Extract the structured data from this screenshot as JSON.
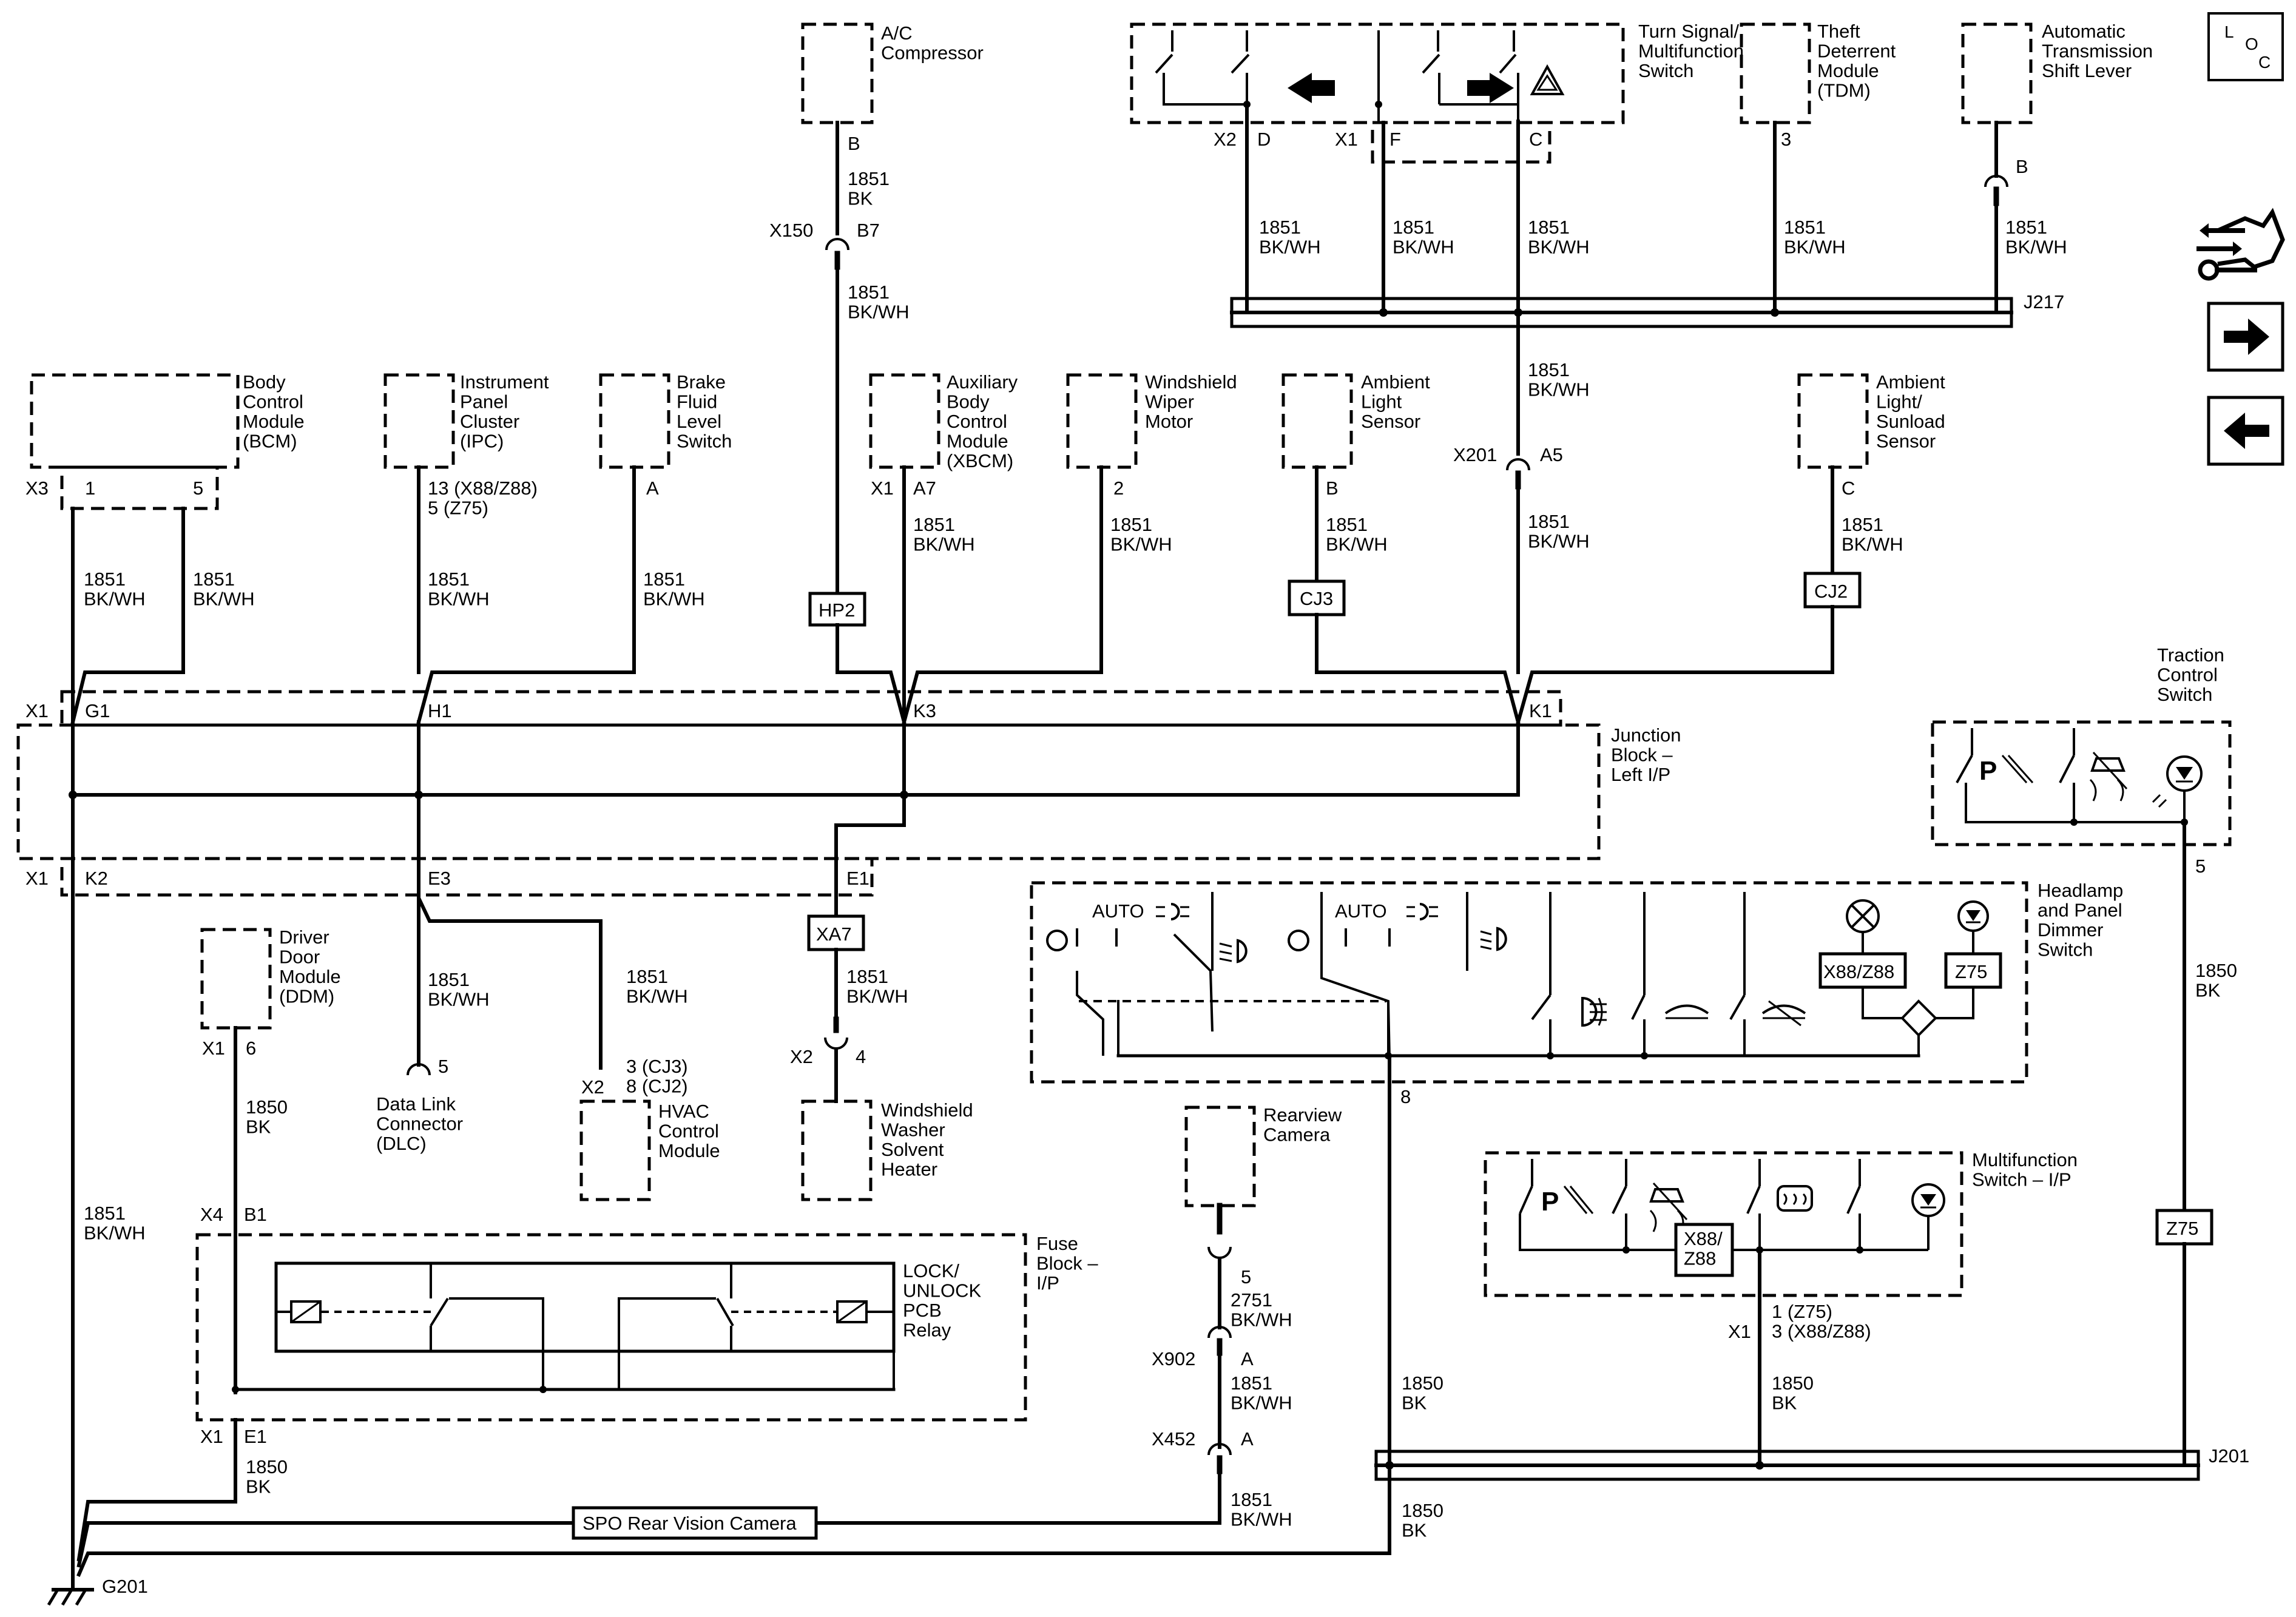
{
  "components": {
    "ac": "A/C|Compressor",
    "turn": "Turn Signal/|Multifunction|Switch",
    "tdm": "Theft|Deterrent|Module|(TDM)",
    "ats": "Automatic|Transmission|Shift Lever",
    "bcm": "Body|Control|Module|(BCM)",
    "ipc": "Instrument|Panel|Cluster|(IPC)",
    "bfl": "Brake|Fluid|Level|Switch",
    "xbcm": "Auxiliary|Body|Control|Module|(XBCM)",
    "wiper": "Windshield|Wiper|Motor",
    "als": "Ambient|Light|Sensor",
    "alsun": "Ambient|Light/|Sunload|Sensor",
    "traction": "Traction|Control|Switch",
    "jb": "Junction|Block –|Left I/P",
    "headlamp": "Headlamp|and Panel|Dimmer|Switch",
    "ddm": "Driver|Door|Module|(DDM)",
    "dlc": "Data Link|Connector|(DLC)",
    "hvac": "HVAC|Control|Module",
    "washer": "Windshield|Washer|Solvent|Heater",
    "camera": "Rearview|Camera",
    "mfsw": "Multifunction|Switch – I/P",
    "fuse": "Fuse|Block –|I/P",
    "relay": "LOCK/|UNLOCK|PCB|Relay"
  },
  "connectors": {
    "x2": "X2",
    "x1": "X1",
    "x3": "X3",
    "x4": "X4",
    "x150": "X150",
    "x201": "X201",
    "x902": "X902",
    "x452": "X452",
    "j217": "J217",
    "j201": "J201",
    "g201": "G201"
  },
  "pins": {
    "d": "D",
    "f": "F",
    "c": "C",
    "b": "B",
    "a": "A",
    "e1": "E1",
    "b7": "B7",
    "a5": "A5",
    "a7": "A7",
    "g1": "G1",
    "h1": "H1",
    "k3": "K3",
    "k1": "K1",
    "k2": "K2",
    "e3": "E3",
    "b1": "B1",
    "p1": "1",
    "p2": "2",
    "p3": "3",
    "p4": "4",
    "p5": "5",
    "p6": "6",
    "p8": "8",
    "ipc_pin": "13 (X88/Z88)|5 (Z75)",
    "hvac_pin": "3 (CJ3)|8 (CJ2)",
    "mf_pin": "1 (Z75)|3 (X88/Z88)"
  },
  "wires": {
    "bk": "1851|BK",
    "bkwh": "1851|BK/WH",
    "bk1850": "1850|BK",
    "cam2751": "2751|BK/WH"
  },
  "options": {
    "hp2": "HP2",
    "cj3": "CJ3",
    "cj2": "CJ2",
    "xa7": "XA7",
    "z75": "Z75",
    "x88z88": "X88/Z88",
    "x88z88_split": "X88/|Z88",
    "spo": "SPO Rear Vision Camera"
  },
  "labels": {
    "auto": "AUTO",
    "loc": "L O C"
  },
  "nav": {
    "next_icon": "arrow-right-icon",
    "prev_icon": "arrow-left-icon",
    "tools_icon": "connector-tools-icon"
  }
}
